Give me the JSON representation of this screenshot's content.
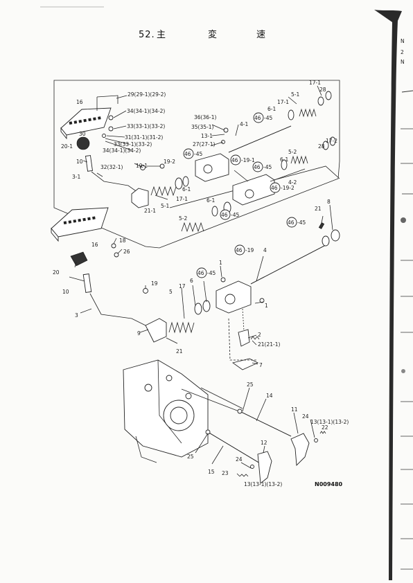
{
  "title": {
    "number": "52.",
    "c1": "主",
    "c2": "変",
    "c3": "速"
  },
  "figure_code": "N009480",
  "labels": {
    "l29": "29(29-1)(29-2)",
    "l16a": "16",
    "l34a": "34(34-1)(34-2)",
    "l33a": "33(33-1)(33-2)",
    "l30": "30",
    "l31": "31(31-1)(31-2)",
    "l33b": "33(33-1)(33-2)",
    "l20_1": "20-1",
    "l34b": "34(34-1)(34-2)",
    "l10a": "10",
    "l32": "32(32-1)",
    "l19_1": "19-1",
    "l19_2": "19-2",
    "l3_1": "3-1",
    "l36": "36(36-1)",
    "l35": "35(35-1)",
    "l13_1": "13-1",
    "l27": "27(27-1)",
    "l4_1": "4-1",
    "l46_45a": "-45",
    "l46_19_1": "-19-1",
    "l17_1a": "17-1",
    "l5_1a": "5-1",
    "l21_1a": "21-1",
    "l6_1a": "6-1",
    "l17_1top": "17-1",
    "l28a": "28",
    "l5_1top": "5-1",
    "l17_1b": "17-1",
    "l6_1b": "6-1",
    "l46_45b": "-45",
    "l17_2": "17-2",
    "l28b": "28",
    "l5_2a": "5-2",
    "l6_1c": "6-1",
    "l46_45c": "-45",
    "l4_2": "4-2",
    "l46_19_2": "-19-2",
    "l6_1d": "6-1",
    "l46_45d": "-45",
    "l5_2b": "5-2",
    "l21a": "21",
    "l8": "8",
    "l46_45e": "-45",
    "l16b": "16",
    "l18": "18",
    "l26": "26",
    "l20": "20",
    "l46_19": "-19",
    "l4": "4",
    "l1a": "1",
    "l46_45f": "-45",
    "l10b": "10",
    "l19": "19",
    "l17": "17",
    "l6": "6",
    "l5": "5",
    "l1b": "1",
    "l3": "3",
    "l9": "9",
    "l2": "2",
    "l21_1b": "21(21-1)",
    "l21b": "21",
    "l7": "7",
    "l25a": "25",
    "l14": "14",
    "l11": "11",
    "l24a": "24",
    "l13a": "13(13-1)(13-2)",
    "l22": "22",
    "l12": "12",
    "l25b": "25",
    "l15": "15",
    "l24b": "24",
    "l23": "23",
    "l13b": "13(13-1)(13-2)",
    "c46": "46"
  },
  "side_marks": [
    "N",
    "2",
    "N"
  ]
}
